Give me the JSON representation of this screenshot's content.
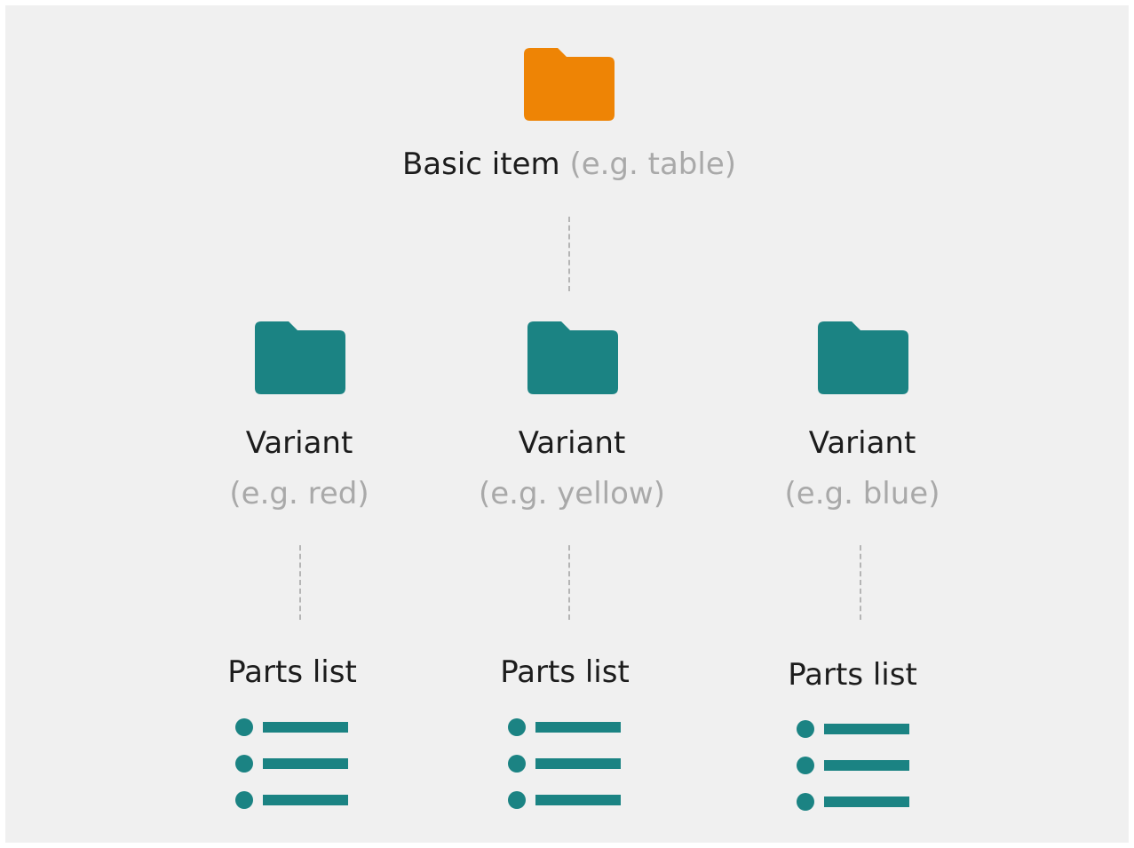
{
  "colors": {
    "background": "#f0f0f0",
    "root_folder": "#ee8405",
    "variant_folder": "#1b8383",
    "list_icon": "#1b8383",
    "text": "#1c1c1c",
    "hint_text": "#a9a9a9",
    "connector": "#b5b5b5"
  },
  "root": {
    "icon": "folder-icon",
    "label": "Basic item",
    "hint": "(e.g. table)"
  },
  "variants": [
    {
      "icon": "folder-icon",
      "label": "Variant",
      "hint": "(e.g. red)",
      "parts_label": "Parts list",
      "parts_icon": "list-icon"
    },
    {
      "icon": "folder-icon",
      "label": "Variant",
      "hint": "(e.g. yellow)",
      "parts_label": "Parts list",
      "parts_icon": "list-icon"
    },
    {
      "icon": "folder-icon",
      "label": "Variant",
      "hint": "(e.g. blue)",
      "parts_label": "Parts list",
      "parts_icon": "list-icon"
    }
  ]
}
